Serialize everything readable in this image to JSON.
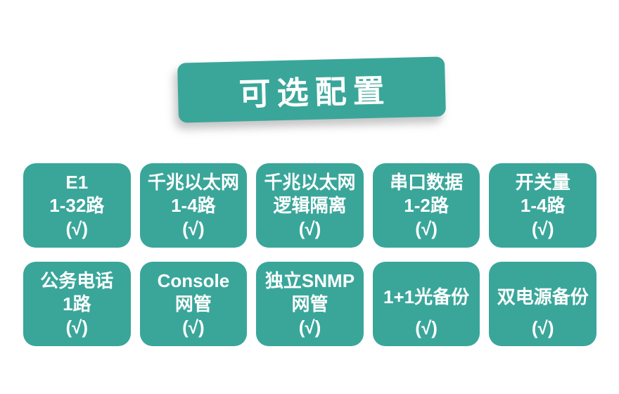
{
  "title_banner": {
    "label": "可选配置"
  },
  "colors": {
    "accent": "#3aa69a",
    "text_on_accent": "#ffffff",
    "background": "#ffffff"
  },
  "cards": [
    {
      "lines": [
        "E1",
        "1-32路",
        "(√)"
      ]
    },
    {
      "lines": [
        "千兆以太网",
        "1-4路",
        "(√)"
      ]
    },
    {
      "lines": [
        "千兆以太网",
        "逻辑隔离",
        "(√)"
      ]
    },
    {
      "lines": [
        "串口数据",
        "1-2路",
        "(√)"
      ]
    },
    {
      "lines": [
        "开关量",
        "1-4路",
        "(√)"
      ]
    },
    {
      "lines": [
        "公务电话",
        "1路",
        "(√)"
      ]
    },
    {
      "lines": [
        "Console",
        "网管",
        "(√)"
      ]
    },
    {
      "lines": [
        "独立SNMP",
        "网管",
        "(√)"
      ]
    },
    {
      "lines": [
        "1+1光备份",
        "(√)"
      ]
    },
    {
      "lines": [
        "双电源备份",
        "(√)"
      ]
    }
  ]
}
